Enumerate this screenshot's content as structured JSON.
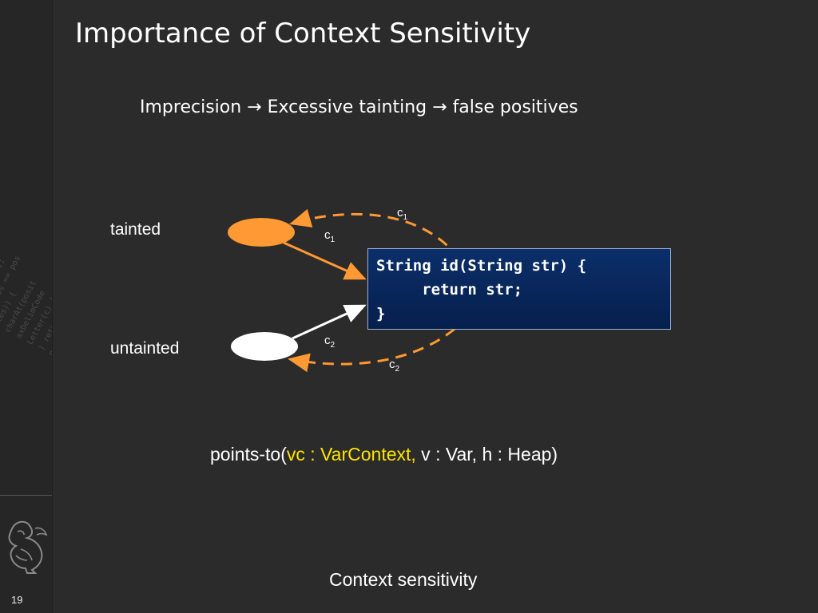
{
  "slide": {
    "title": "Importance of Context Sensitivity",
    "subtitle": "Imprecision → Excessive tainting → false positives",
    "number": "19"
  },
  "diagram": {
    "top_node_label": "tainted",
    "bottom_node_label": "untainted",
    "context_top_call": "c",
    "context_top_call_sub": "1",
    "context_top_return": "c",
    "context_top_return_sub": "1",
    "context_bottom_call": "c",
    "context_bottom_call_sub": "2",
    "context_bottom_return": "c",
    "context_bottom_return_sub": "2",
    "code_lines": [
      "String id(String str) {",
      "     return str;",
      "}"
    ],
    "colors": {
      "tainted": "#ff9933",
      "untainted": "#ffffff",
      "code_box": "#082558"
    }
  },
  "formula": {
    "prefix": "points-to(",
    "highlight": "vc : VarContext,",
    "suffix": " v : Var, h : Heap)"
  },
  "footer": {
    "text": "Context sensitivity"
  },
  "sidebar": {
    "logo_icon": "griffin-logo-icon"
  }
}
